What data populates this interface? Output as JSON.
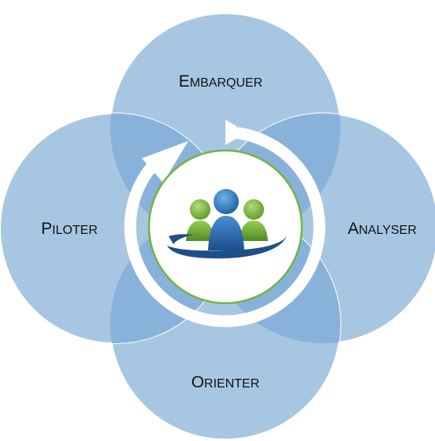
{
  "diagram": {
    "stages": {
      "top": {
        "first": "E",
        "rest": "MBARQUER"
      },
      "right": {
        "first": "A",
        "rest": "NALYSER"
      },
      "bottom": {
        "first": "O",
        "rest": "RIENTER"
      },
      "left": {
        "first": "P",
        "rest": "ILOTER"
      }
    },
    "center_icon": "team-people-icon",
    "colors": {
      "circle_fill": "#a7c6e2",
      "overlap_fill": "#88b2da",
      "ring": "#ffffff",
      "center_border": "#72b443",
      "person_blue": "#2f6fb2",
      "person_green": "#79b93a",
      "swoosh": "#1f4f88"
    }
  }
}
